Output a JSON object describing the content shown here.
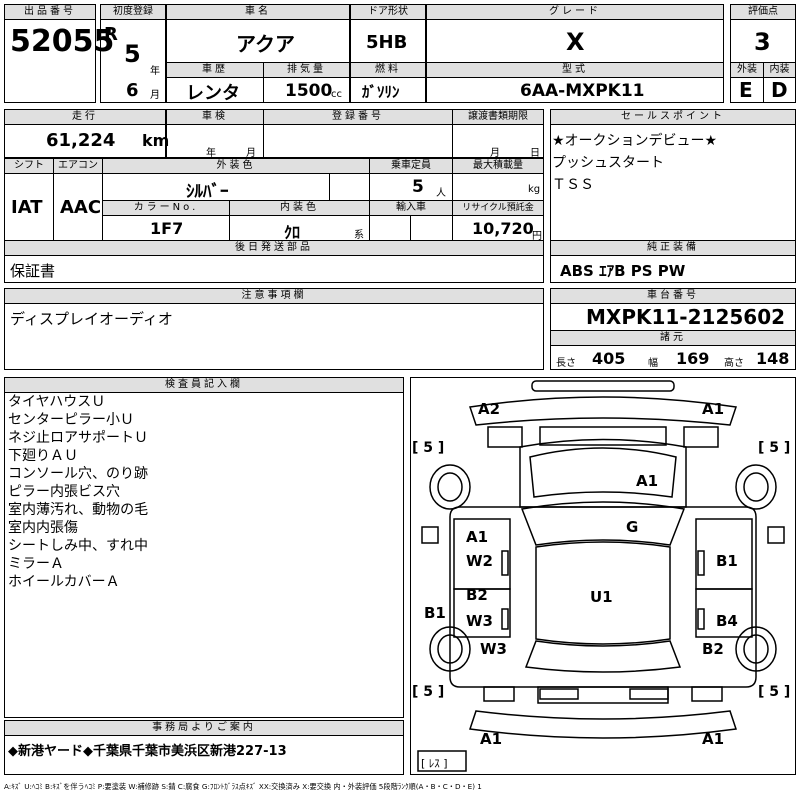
{
  "header": {
    "lot_label": "出品番号",
    "lot_number": "52055",
    "first_reg_label": "初度登録",
    "era": "R",
    "year_value": "5",
    "year_unit": "年",
    "month_value": "6",
    "month_unit": "月",
    "car_name_label": "車名",
    "car_name": "アクア",
    "history_label": "車歴",
    "history": "レンタ",
    "displacement_label": "排気量",
    "displacement": "1500",
    "displacement_unit": "cc",
    "door_label": "ドア形状",
    "door": "5HB",
    "fuel_label": "燃料",
    "fuel": "ｶﾞｿﾘﾝ",
    "grade_label": "グレード",
    "grade": "X",
    "model_label": "型式",
    "model": "6AA-MXPK11",
    "score_label": "評価点",
    "score": "3",
    "exterior_label": "外装",
    "exterior": "E",
    "interior_label": "内装",
    "interior": "D"
  },
  "row2": {
    "mileage_label": "走行",
    "mileage": "61,224",
    "mileage_unit": "km",
    "inspection_label": "車検",
    "insp_year_unit": "年",
    "insp_month_unit": "月",
    "reg_no_label": "登録番号",
    "transfer_label": "譲渡書類期限",
    "transfer_month_unit": "月",
    "transfer_day_unit": "日",
    "shift_label": "シフト",
    "shift": "IAT",
    "ac_label": "エアコン",
    "ac": "AAC",
    "color_label": "外装色",
    "color": "ｼﾙﾊﾞｰ",
    "capacity_label": "乗車定員",
    "capacity": "5",
    "capacity_unit": "人",
    "load_label": "最大積載量",
    "load_unit": "kg",
    "color_no_label": "カラーNo.",
    "color_no": "1F7",
    "int_color_label": "内装色",
    "int_color": "ｸﾛ",
    "int_color_unit": "系",
    "import_label": "輸入車",
    "recycle_label": "リサイクル預託金",
    "recycle": "10,720",
    "recycle_unit": "円"
  },
  "sales_point": {
    "label": "セールスポイント",
    "lines": [
      "★オークションデビュー★",
      "プッシュスタート",
      "ＴＳＳ"
    ]
  },
  "later_parts": {
    "label": "後日発送部品",
    "value": "保証書"
  },
  "equipment": {
    "label": "純正装備",
    "value": "ABS ｴｱB PS PW"
  },
  "caution": {
    "label": "注意事項欄",
    "value": "ディスプレイオーディオ"
  },
  "chassis": {
    "label": "車台番号",
    "value": "MXPK11-2125602"
  },
  "specs": {
    "label": "諸元",
    "length_label": "長さ",
    "length": "405",
    "width_label": "幅",
    "width": "169",
    "height_label": "高さ",
    "height": "148"
  },
  "inspector": {
    "label": "検査員記入欄",
    "lines": [
      "タイヤハウスＵ",
      "センターピラー小Ｕ",
      "ネジ止ロアサポートＵ",
      "下廻りＡＵ",
      "コンソール穴、のり跡",
      "ピラー内張ビス穴",
      "室内薄汚れ、動物の毛",
      "室内内張傷",
      "シートしみ中、すれ中",
      "ミラーＡ",
      "ホイールカバーＡ"
    ]
  },
  "office": {
    "label": "事務局よりご案内",
    "value": "◆新港ヤード◆千葉県千葉市美浜区新港227-13"
  },
  "diagram": {
    "marks": {
      "a2_front": "A2",
      "a1_front": "A1",
      "tire_fl": "[ 5 ]",
      "tire_fr": "[ 5 ]",
      "tire_rl": "[ 5 ]",
      "tire_rr": "[ 5 ]",
      "hood": "A1",
      "glass": "G",
      "roof": "U1",
      "left_front_door_a": "A1",
      "left_front_door_w": "W2",
      "left_rear_door_b": "B2",
      "left_rear_door_w": "W3",
      "left_rear_w": "W3",
      "left_sill": "B1",
      "right_front_door": "B1",
      "right_rear_door": "B4",
      "right_rear": "B2",
      "rear_left": "A1",
      "rear_right": "A1",
      "spare": "[ ﾚｽ ]"
    }
  },
  "legend": "A:ｷｽﾞ U:ﾍｺﾐ B:ｷｽﾞを伴うﾍｺﾐ P:要塗装 W:補修跡 S:錆 C:腐食 G:ﾌﾛﾝﾄｶﾞﾗｽ点ｷｽﾞ XX:交換済み X:要交換 内・外装評価 5段階ﾗﾝｸ順(A・B・C・D・E) 1"
}
